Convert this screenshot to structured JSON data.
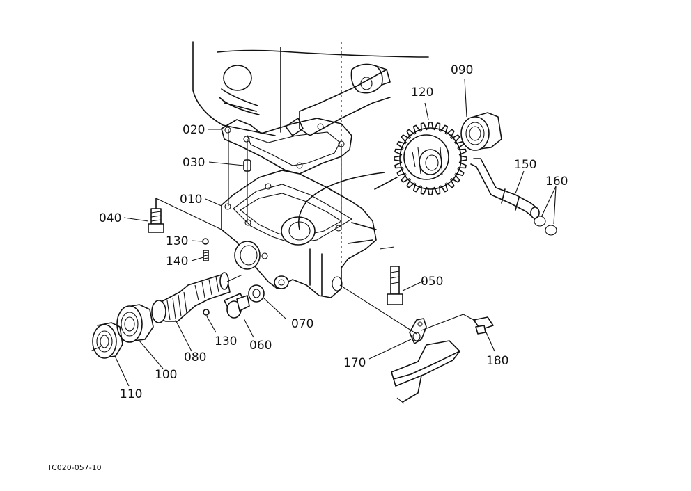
{
  "diagram": {
    "drawing_code": "TC020-057-10",
    "parts": [
      {
        "ref": "010",
        "name": "gear-case"
      },
      {
        "ref": "020",
        "name": "gasket"
      },
      {
        "ref": "030",
        "name": "dowel-pin"
      },
      {
        "ref": "040",
        "name": "bolt"
      },
      {
        "ref": "050",
        "name": "bolt"
      },
      {
        "ref": "060",
        "name": "plug"
      },
      {
        "ref": "070",
        "name": "gasket-washer"
      },
      {
        "ref": "080",
        "name": "shaft"
      },
      {
        "ref": "090",
        "name": "ball-bearing"
      },
      {
        "ref": "100",
        "name": "ball-bearing"
      },
      {
        "ref": "110",
        "name": "ball-bearing"
      },
      {
        "ref": "120",
        "name": "gear"
      },
      {
        "ref": "130",
        "name": "ball"
      },
      {
        "ref": "140",
        "name": "spring"
      },
      {
        "ref": "150",
        "name": "shift-fork-shaft"
      },
      {
        "ref": "160",
        "name": "o-ring"
      },
      {
        "ref": "170",
        "name": "plate"
      },
      {
        "ref": "180",
        "name": "bolt"
      }
    ],
    "callouts": {
      "p010": "010",
      "p020": "020",
      "p030": "030",
      "p040": "040",
      "p050": "050",
      "p060": "060",
      "p070": "070",
      "p080": "080",
      "p090": "090",
      "p100": "100",
      "p110": "110",
      "p120": "120",
      "p130a": "130",
      "p130b": "130",
      "p140": "140",
      "p150": "150",
      "p160": "160",
      "p170": "170",
      "p180": "180"
    }
  }
}
